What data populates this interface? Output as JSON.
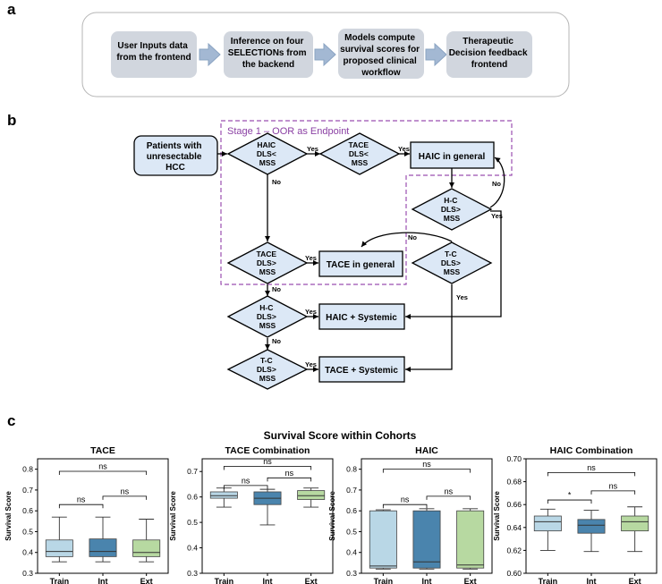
{
  "panel_labels": {
    "a": "a",
    "b": "b",
    "c": "c"
  },
  "workflow": {
    "steps": [
      [
        "User Inputs data",
        "from the frontend"
      ],
      [
        "Inference on four",
        "SELECTIONs from",
        "the backend"
      ],
      [
        "Models compute",
        "survival scores for",
        "proposed clinical",
        "workflow"
      ],
      [
        "Therapeutic",
        "Decision feedback",
        "frontend"
      ]
    ]
  },
  "flowchart": {
    "stage_label": "Stage 1 – OOR as Endpoint",
    "start": [
      "Patients with",
      "unresectable",
      "HCC"
    ],
    "d_haic": [
      "HAIC",
      "DLS<",
      "MSS"
    ],
    "d_tace1": [
      "TACE",
      "DLS<",
      "MSS"
    ],
    "d_hc1": [
      "H-C",
      "DLS>",
      "MSS"
    ],
    "d_tace2": [
      "TACE",
      "DLS>",
      "MSS"
    ],
    "d_tc1": [
      "T-C",
      "DLS>",
      "MSS"
    ],
    "d_hc2": [
      "H-C",
      "DLS>",
      "MSS"
    ],
    "d_tc2": [
      "T-C",
      "DLS>",
      "MSS"
    ],
    "out_haic_general": "HAIC in general",
    "out_tace_general": "TACE in general",
    "out_haic_systemic": "HAIC + Systemic",
    "out_tace_systemic": "TACE + Systemic",
    "yes": "Yes",
    "no": "No"
  },
  "panel_c": {
    "title": "Survival Score within Cohorts",
    "ylabel": "Survival Score"
  },
  "chart_data": [
    {
      "type": "box",
      "title": "TACE",
      "ylabel": "Survival Score",
      "categories": [
        "Train",
        "Int",
        "Ext"
      ],
      "ylim": [
        0.3,
        0.85
      ],
      "yticks": [
        0.3,
        0.4,
        0.5,
        0.6,
        0.7,
        0.8
      ],
      "ytick_labels": [
        "0.3",
        "0.4",
        "0.5",
        "0.6",
        "0.7",
        "0.8"
      ],
      "boxes": [
        {
          "whislo": 0.355,
          "q1": 0.38,
          "med": 0.405,
          "q3": 0.46,
          "whishi": 0.57,
          "color": "#b9d7e6"
        },
        {
          "whislo": 0.355,
          "q1": 0.38,
          "med": 0.405,
          "q3": 0.465,
          "whishi": 0.57,
          "color": "#4a84ad"
        },
        {
          "whislo": 0.355,
          "q1": 0.38,
          "med": 0.4,
          "q3": 0.46,
          "whishi": 0.56,
          "color": "#b7d9a1"
        }
      ],
      "brackets": [
        {
          "from": 0,
          "to": 2,
          "y": 0.79,
          "label": "ns"
        },
        {
          "from": 0,
          "to": 1,
          "y": 0.63,
          "label": "ns"
        },
        {
          "from": 1,
          "to": 2,
          "y": 0.67,
          "label": "ns"
        }
      ]
    },
    {
      "type": "box",
      "title": "TACE Combination",
      "ylabel": "Survival Score",
      "categories": [
        "Train",
        "Int",
        "Ext"
      ],
      "ylim": [
        0.3,
        0.75
      ],
      "yticks": [
        0.3,
        0.4,
        0.5,
        0.6,
        0.7
      ],
      "ytick_labels": [
        "0.3",
        "0.4",
        "0.5",
        "0.6",
        "0.7"
      ],
      "boxes": [
        {
          "whislo": 0.56,
          "q1": 0.595,
          "med": 0.605,
          "q3": 0.62,
          "whishi": 0.635,
          "color": "#b9d7e6"
        },
        {
          "whislo": 0.49,
          "q1": 0.57,
          "med": 0.595,
          "q3": 0.62,
          "whishi": 0.63,
          "color": "#4a84ad"
        },
        {
          "whislo": 0.56,
          "q1": 0.59,
          "med": 0.605,
          "q3": 0.625,
          "whishi": 0.635,
          "color": "#b7d9a1"
        }
      ],
      "brackets": [
        {
          "from": 0,
          "to": 2,
          "y": 0.72,
          "label": "ns"
        },
        {
          "from": 0,
          "to": 1,
          "y": 0.645,
          "label": "ns"
        },
        {
          "from": 1,
          "to": 2,
          "y": 0.675,
          "label": "ns"
        }
      ]
    },
    {
      "type": "box",
      "title": "HAIC",
      "ylabel": "Survival Score",
      "categories": [
        "Train",
        "Int",
        "Ext"
      ],
      "ylim": [
        0.3,
        0.85
      ],
      "yticks": [
        0.3,
        0.4,
        0.5,
        0.6,
        0.7,
        0.8
      ],
      "ytick_labels": [
        "0.3",
        "0.4",
        "0.5",
        "0.6",
        "0.7",
        "0.8"
      ],
      "boxes": [
        {
          "whislo": 0.32,
          "q1": 0.325,
          "med": 0.335,
          "q3": 0.6,
          "whishi": 0.605,
          "color": "#b9d7e6"
        },
        {
          "whislo": 0.32,
          "q1": 0.325,
          "med": 0.355,
          "q3": 0.6,
          "whishi": 0.61,
          "color": "#4a84ad"
        },
        {
          "whislo": 0.32,
          "q1": 0.325,
          "med": 0.34,
          "q3": 0.6,
          "whishi": 0.61,
          "color": "#b7d9a1"
        }
      ],
      "brackets": [
        {
          "from": 0,
          "to": 2,
          "y": 0.8,
          "label": "ns"
        },
        {
          "from": 0,
          "to": 1,
          "y": 0.63,
          "label": "ns"
        },
        {
          "from": 1,
          "to": 2,
          "y": 0.67,
          "label": "ns"
        }
      ]
    },
    {
      "type": "box",
      "title": "HAIC Combination",
      "ylabel": "Survival Score",
      "categories": [
        "Train",
        "Int",
        "Ext"
      ],
      "ylim": [
        0.6,
        0.7
      ],
      "yticks": [
        0.6,
        0.62,
        0.64,
        0.66,
        0.68,
        0.7
      ],
      "ytick_labels": [
        "0.60",
        "0.62",
        "0.64",
        "0.66",
        "0.68",
        "0.70"
      ],
      "boxes": [
        {
          "whislo": 0.62,
          "q1": 0.637,
          "med": 0.645,
          "q3": 0.65,
          "whishi": 0.656,
          "color": "#b9d7e6"
        },
        {
          "whislo": 0.619,
          "q1": 0.635,
          "med": 0.642,
          "q3": 0.647,
          "whishi": 0.655,
          "color": "#4a84ad"
        },
        {
          "whislo": 0.619,
          "q1": 0.637,
          "med": 0.645,
          "q3": 0.65,
          "whishi": 0.658,
          "color": "#b7d9a1"
        }
      ],
      "brackets": [
        {
          "from": 0,
          "to": 2,
          "y": 0.688,
          "label": "ns"
        },
        {
          "from": 0,
          "to": 1,
          "y": 0.664,
          "label": "*"
        },
        {
          "from": 1,
          "to": 2,
          "y": 0.672,
          "label": "ns"
        }
      ]
    }
  ]
}
